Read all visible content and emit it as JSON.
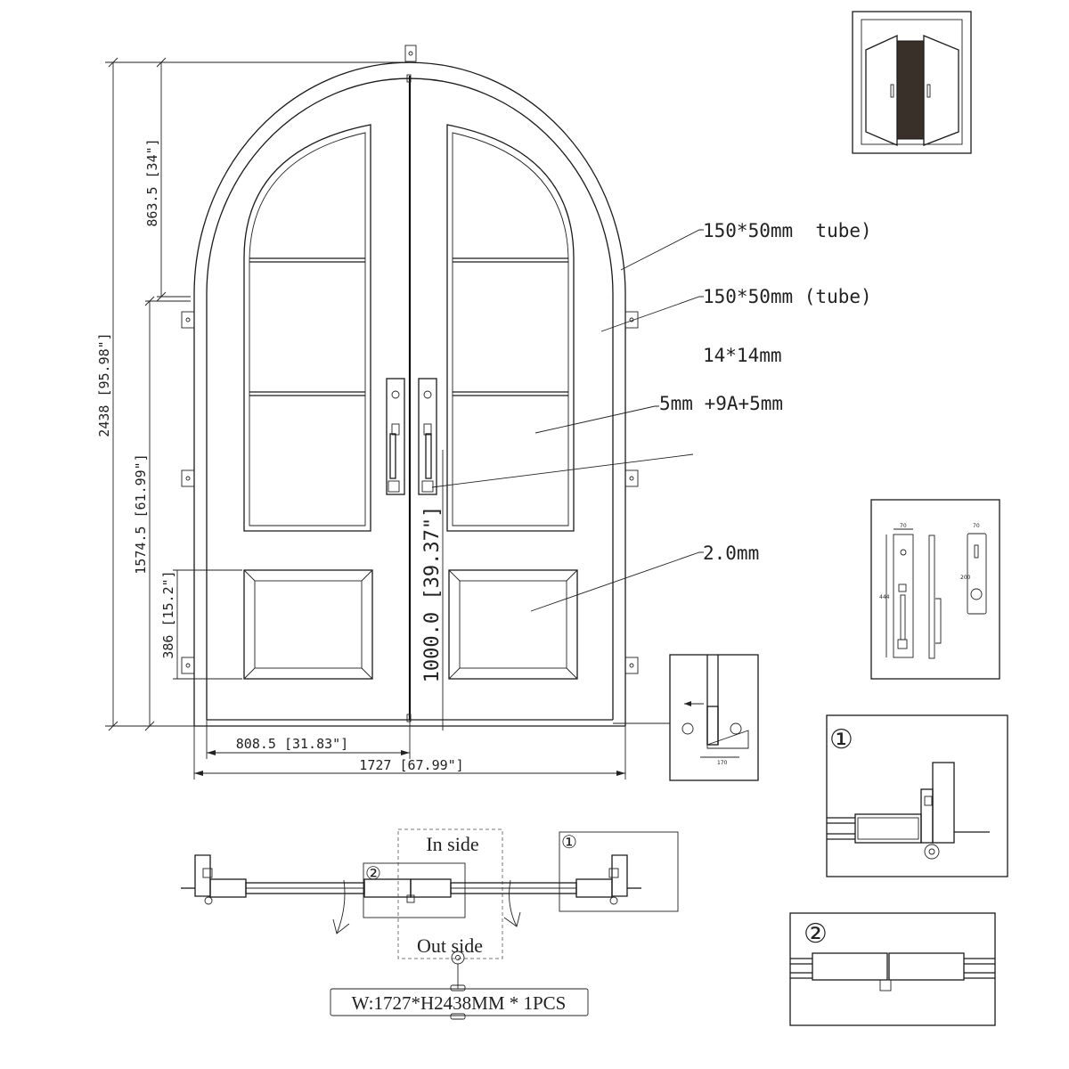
{
  "dimensions": {
    "overall_height": "2438 [95.98\"]",
    "arch_height": "863.5 [34\"]",
    "jamb_height": "1574.5 [61.99\"]",
    "panel_height": "386 [15.2\"]",
    "handle_height": "1000.0 [39.37\"]",
    "leaf_width": "808.5 [31.83\"]",
    "overall_width": "1727 [67.99\"]"
  },
  "callouts": {
    "frame_tube": "150*50mm  tube)",
    "leaf_tube": "150*50mm (tube)",
    "bar": "14*14mm",
    "glass": "5mm +9A+5mm",
    "plate": "2.0mm"
  },
  "plan_view": {
    "inside_label": "In side",
    "outside_label": "Out side",
    "detail_1_marker": "①",
    "detail_2_marker": "②"
  },
  "spec_label": "W:1727*H2438MM * 1PCS",
  "detail_views": {
    "detail_1_marker": "①",
    "detail_2_marker": "②"
  },
  "colors": {
    "line": "#1a1a1a",
    "door_gap": "#3a302a",
    "background": "#ffffff"
  }
}
